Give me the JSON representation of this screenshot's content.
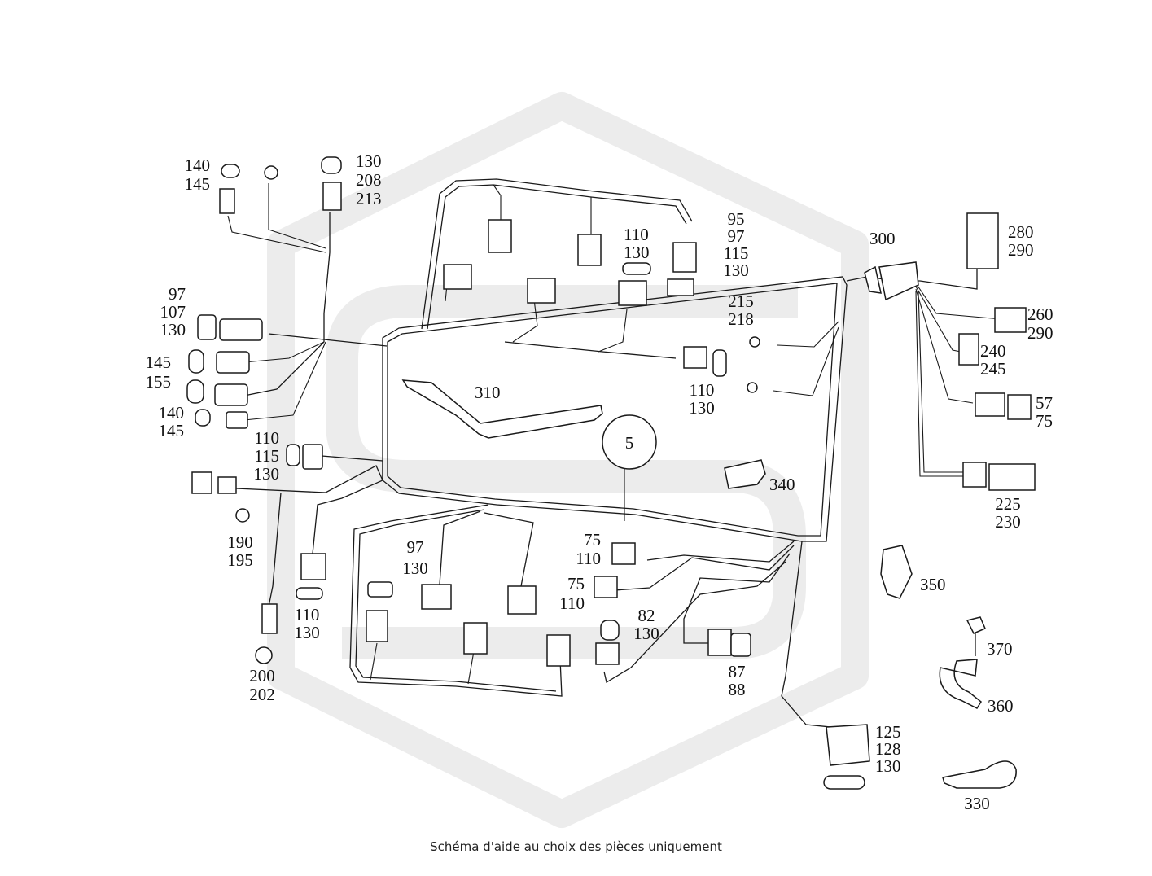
{
  "caption": "Schéma d'aide au choix des pièces uniquement",
  "center_label": "5",
  "watermark": {
    "color": "#ececec",
    "shape": "hexagon-logo"
  },
  "callouts": {
    "c140_145_top": [
      "140",
      "145"
    ],
    "c130_208_213": [
      "130",
      "208",
      "213"
    ],
    "c110_130_top": [
      "110",
      "130"
    ],
    "c95_97_115_130": [
      "95",
      "97",
      "115",
      "130"
    ],
    "c300": [
      "300"
    ],
    "c280_290": [
      "280",
      "290"
    ],
    "c260_290": [
      "260",
      "290"
    ],
    "c240_245": [
      "240",
      "245"
    ],
    "c57_75": [
      "57",
      "75"
    ],
    "c225_230": [
      "225",
      "230"
    ],
    "c215_218": [
      "215",
      "218"
    ],
    "c110_130_right": [
      "110",
      "130"
    ],
    "c310": [
      "310"
    ],
    "c340": [
      "340"
    ],
    "c97_107_130": [
      "97",
      "107",
      "130"
    ],
    "c145_155": [
      "145",
      "155"
    ],
    "c140_145_left": [
      "140",
      "145"
    ],
    "c110_115_130": [
      "110",
      "115",
      "130"
    ],
    "c190_195": [
      "190",
      "195"
    ],
    "c110_130_lower": [
      "110",
      "130"
    ],
    "c200_202": [
      "200",
      "202"
    ],
    "c97_130_bottom": [
      "97",
      "130"
    ],
    "c75_110_a": [
      "75",
      "110"
    ],
    "c75_110_b": [
      "75",
      "110"
    ],
    "c82_130": [
      "82",
      "130"
    ],
    "c87_88": [
      "87",
      "88"
    ],
    "c350": [
      "350"
    ],
    "c370": [
      "370"
    ],
    "c360": [
      "360"
    ],
    "c125_128_130": [
      "125",
      "128",
      "130"
    ],
    "c330": [
      "330"
    ]
  }
}
